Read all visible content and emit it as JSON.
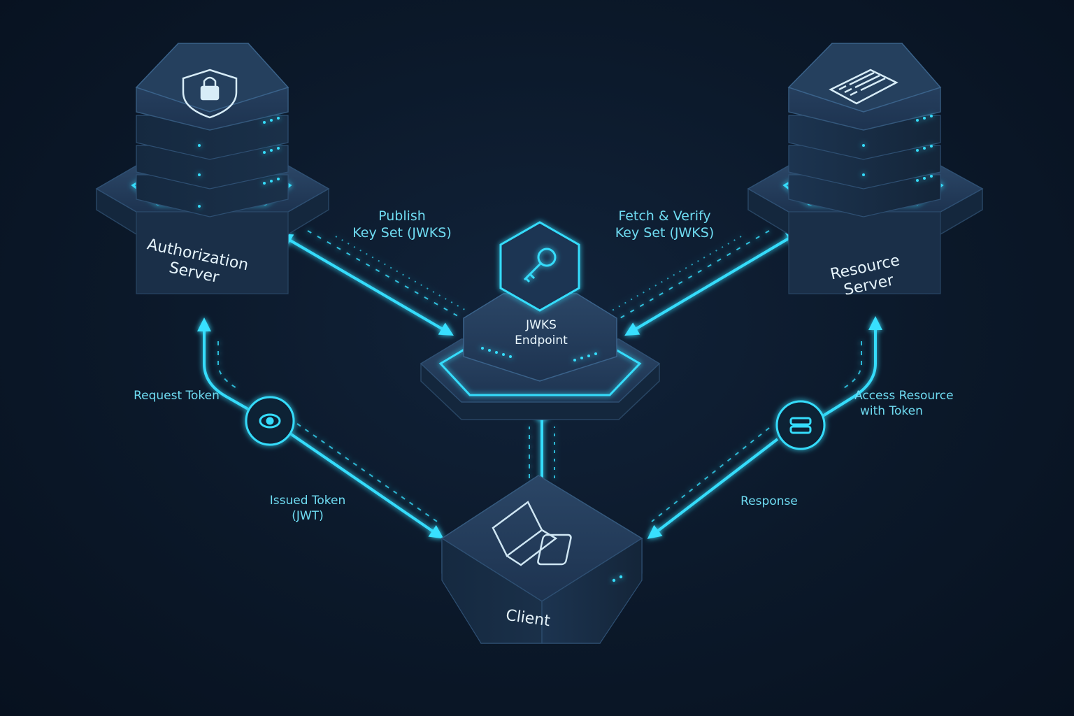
{
  "nodes": {
    "auth": {
      "title": [
        "Authorization",
        "Server"
      ],
      "icon": "shield-lock-icon"
    },
    "resource": {
      "title": [
        "Resource",
        "Server"
      ],
      "icon": "document-list-icon"
    },
    "jwks": {
      "title": [
        "JWKS",
        "Endpoint"
      ],
      "icon": "key-icon"
    },
    "client": {
      "title": "Client",
      "icon": "laptop-phone-icon"
    }
  },
  "edges": {
    "publish": [
      "Publish",
      "Key Set (JWKS)"
    ],
    "fetch": [
      "Fetch & Verify",
      "Key Set (JWKS)"
    ],
    "request_token": "Request Token",
    "issued_token": [
      "Issued Token",
      "(JWT)"
    ],
    "access_resource": [
      "Access Resource",
      "with Token"
    ],
    "response": "Response"
  },
  "badges": {
    "token_badge": "eye-icon",
    "resource_badge": "stack-icon"
  },
  "colors": {
    "background": "#0b1829",
    "accent": "#2fd6f5",
    "label": "#6fdcf2",
    "node_fill": "#1d3450"
  }
}
